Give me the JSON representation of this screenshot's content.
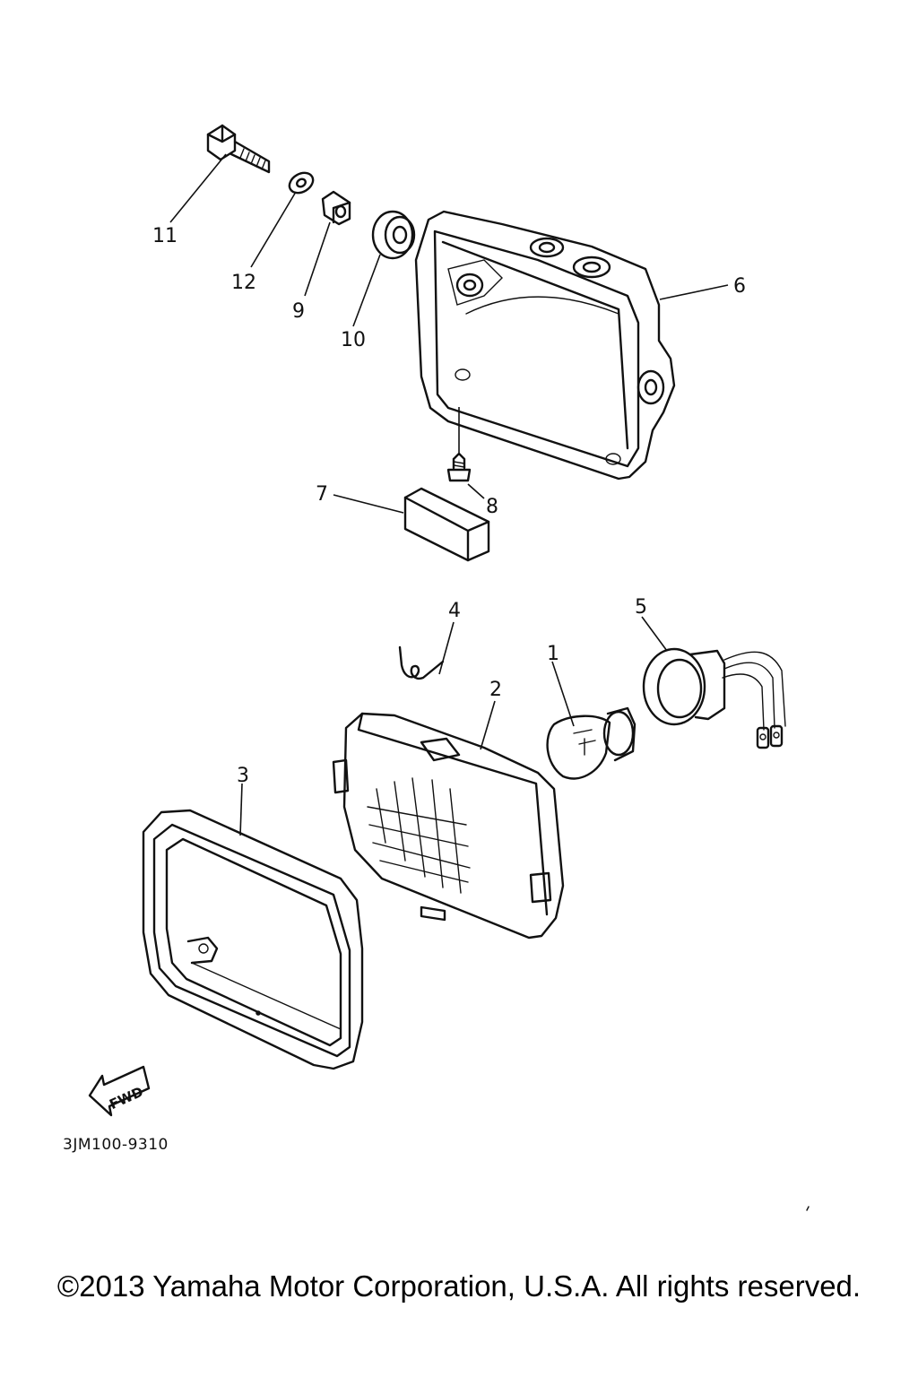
{
  "callouts": {
    "c1": "1",
    "c2": "2",
    "c3": "3",
    "c4": "4",
    "c5": "5",
    "c6": "6",
    "c7": "7",
    "c8": "8",
    "c9": "9",
    "c10": "10",
    "c11": "11",
    "c12": "12"
  },
  "fwd_label": "FWD",
  "diagram_code": "3JM100-9310",
  "copyright": "©2013 Yamaha Motor Corporation, U.S.A. All rights reserved."
}
